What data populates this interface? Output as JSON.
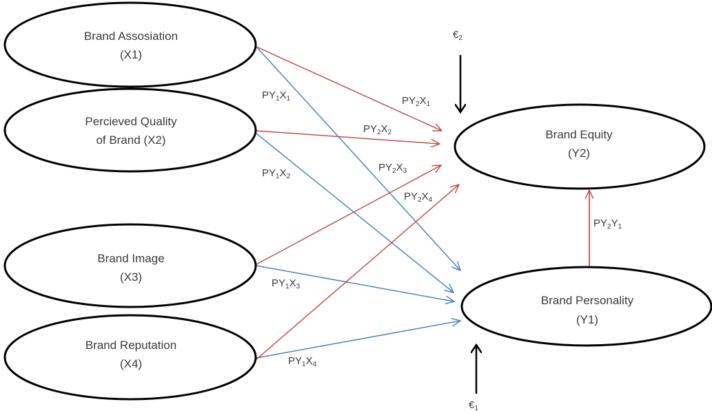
{
  "nodes": {
    "x1": {
      "line1": "Brand Assosiation",
      "line2": "(X1)"
    },
    "x2": {
      "line1": "Percieved Quality",
      "line2": "of Brand (X2)"
    },
    "x3": {
      "line1": "Brand Image",
      "line2": "(X3)"
    },
    "x4": {
      "line1": "Brand Reputation",
      "line2": "(X4)"
    },
    "y2": {
      "line1": "Brand Equity",
      "line2": "(Y2)"
    },
    "y1": {
      "line1": "Brand Personality",
      "line2": "(Y1)"
    }
  },
  "errors": {
    "e2": {
      "symbol": "€",
      "sub": "2"
    },
    "e1": {
      "symbol": "€",
      "sub": "1"
    }
  },
  "paths": {
    "py1x1": {
      "p": "PY",
      "s1": "1",
      "x": "X",
      "s2": "1"
    },
    "py1x2": {
      "p": "PY",
      "s1": "1",
      "x": "X",
      "s2": "2"
    },
    "py1x3": {
      "p": "PY",
      "s1": "1",
      "x": "X",
      "s2": "3"
    },
    "py1x4": {
      "p": "PY",
      "s1": "1",
      "x": "X",
      "s2": "4"
    },
    "py2x1": {
      "p": "PY",
      "s1": "2",
      "x": "X",
      "s2": "1"
    },
    "py2x2": {
      "p": "PY",
      "s1": "2",
      "x": "X",
      "s2": "2"
    },
    "py2x3": {
      "p": "PY",
      "s1": "2",
      "x": "X",
      "s2": "3"
    },
    "py2x4": {
      "p": "PY",
      "s1": "2",
      "x": "X",
      "s2": "4"
    },
    "py2y1": {
      "p": "PY",
      "s1": "2",
      "x": "Y",
      "s2": "1"
    }
  },
  "colors": {
    "red_arrow": "#c0504d",
    "blue_arrow": "#4f81bd",
    "black": "#000000",
    "text": "#3a3a3a"
  }
}
